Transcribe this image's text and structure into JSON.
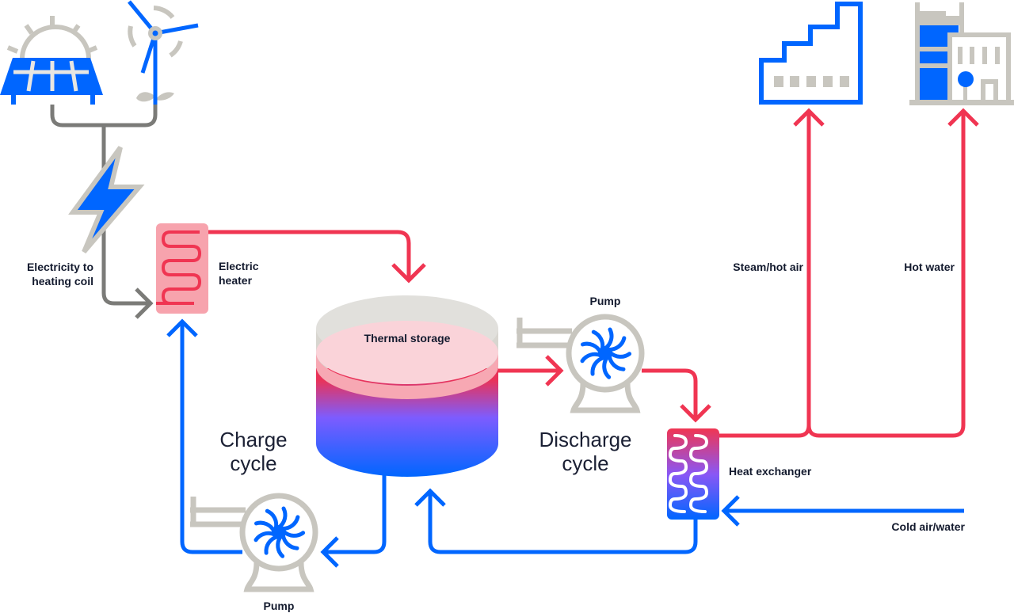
{
  "diagram": {
    "title": "Thermal energy storage charge and discharge cycle",
    "colors": {
      "blue": "#0066ff",
      "red": "#f03552",
      "grey": "#c8c6bf",
      "dark_grey": "#7b7b78",
      "heater_fill": "#f7a3ad",
      "text": "#131a2e"
    },
    "labels": {
      "electricity": [
        "Electricity to",
        "heating coil"
      ],
      "electric_heater": [
        "Electric",
        "heater"
      ],
      "thermal_storage": "Thermal storage",
      "pump_discharge": "Pump",
      "pump_charge": "Pump",
      "charge_cycle": [
        "Charge",
        "cycle"
      ],
      "discharge_cycle": [
        "Discharge",
        "cycle"
      ],
      "heat_exchanger": "Heat exchanger",
      "cold_air_water": "Cold air/water",
      "steam_hot_air": "Steam/hot air",
      "hot_water": "Hot water"
    },
    "icons": [
      "solar-panel-icon",
      "sun-icon",
      "wind-turbine-icon",
      "lightning-bolt-icon",
      "electric-heater-icon",
      "thermal-storage-tank-icon",
      "pump-icon",
      "heat-exchanger-icon",
      "factory-icon",
      "building-icon"
    ]
  }
}
